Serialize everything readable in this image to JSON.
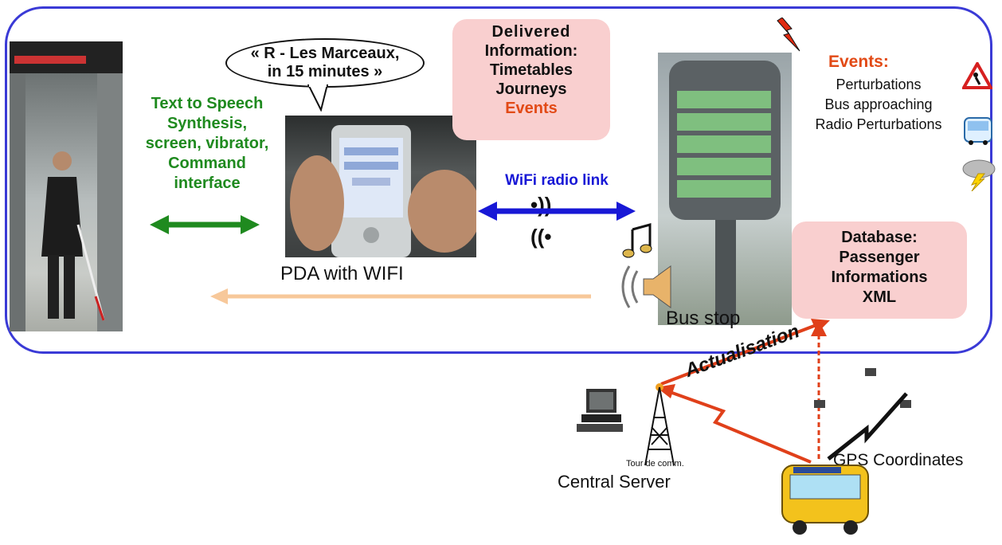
{
  "speech_bubble": [
    "« R - Les Marceaux,",
    "in 15 minutes »"
  ],
  "interface_text": [
    "Text to Speech",
    "Synthesis,",
    "screen, vibrator,",
    "Command",
    "interface"
  ],
  "delivered": {
    "title": [
      "Delivered",
      "Information:"
    ],
    "items": [
      "Timetables",
      "Journeys"
    ],
    "highlight": "Events"
  },
  "wifi_label": "WiFi radio link",
  "wifi_out": "•))",
  "wifi_in": "((•",
  "pda_label": "PDA with WIFI",
  "bus_stop_label": "Bus stop",
  "events": {
    "title": "Events:",
    "items": [
      "Perturbations",
      "Bus approaching",
      "Radio Perturbations"
    ]
  },
  "database": {
    "lines": [
      "Database:",
      "Passenger",
      "Informations",
      "XML"
    ]
  },
  "actualisation": "Actualisation",
  "tower_caption": "Tour de comm.",
  "central_server": "Central Server",
  "gps": "GPS Coordinates",
  "colors": {
    "frame": "#3a3ad6",
    "green": "#1f8a1f",
    "wifi": "#1818d6",
    "events": "#e24a16",
    "pink": "#f9cfcf",
    "feedback": "#f7c89a"
  }
}
